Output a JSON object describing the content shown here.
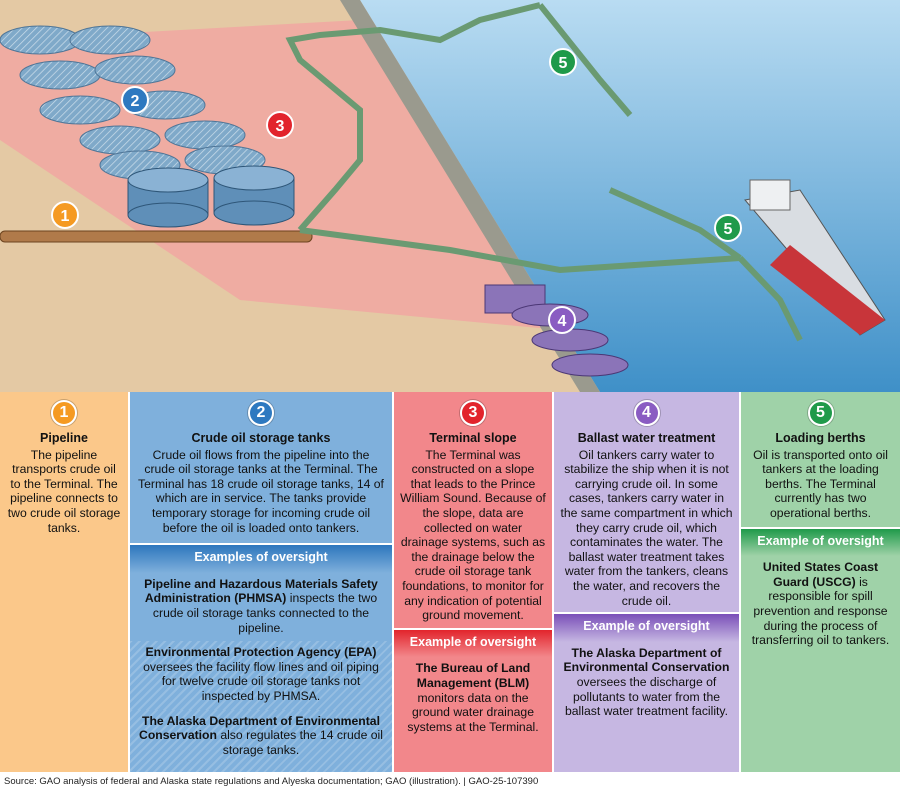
{
  "illustration": {
    "markers": [
      "1",
      "2",
      "3",
      "4",
      "5",
      "5"
    ]
  },
  "colors": {
    "orange": "#fbc88a",
    "blue": "#74a9d6",
    "red": "#f2878b",
    "purple": "#c6b7e2",
    "green": "#9fd2a8"
  },
  "sections": [
    {
      "num": "1",
      "title": "Pipeline",
      "desc": "The pipeline transports crude oil to the Terminal. The pipeline connects to two crude oil storage tanks."
    },
    {
      "num": "2",
      "title": "Crude oil storage tanks",
      "desc": "Crude oil flows from the pipeline into the crude oil storage tanks at the Terminal. The Terminal has 18 crude oil storage tanks, 14 of which are in service. The tanks provide temporary storage for incoming crude oil before the oil is loaded onto tankers.",
      "oversight_header": "Examples of oversight",
      "oversight": [
        {
          "bold": "Pipeline and Hazardous Materials Safety Administration (PHMSA)",
          "text": " inspects the two crude oil storage tanks connected to the pipeline."
        },
        {
          "bold": "Environmental Protection Agency (EPA)",
          "text": " oversees the facility flow lines and oil piping for twelve crude oil storage tanks not inspected by PHMSA."
        },
        {
          "bold": "The Alaska Department of Environmental Conservation",
          "text": " also regulates the 14 crude oil storage tanks."
        }
      ]
    },
    {
      "num": "3",
      "title": "Terminal slope",
      "desc": "The Terminal was constructed on a slope that leads to the Prince William Sound. Because of the slope, data are collected on water drainage systems, such as the drainage below the crude oil storage tank foundations, to monitor for any indication of potential ground movement.",
      "oversight_header": "Example of oversight",
      "oversight": [
        {
          "bold": "The Bureau of Land Management (BLM)",
          "text": " monitors data on the ground water drainage systems at the Terminal."
        }
      ]
    },
    {
      "num": "4",
      "title": "Ballast water treatment",
      "desc": "Oil tankers carry water to stabilize the ship when it is not carrying crude oil. In some cases, tankers carry water in the same compartment in which they carry crude oil, which contaminates the water. The ballast water treatment takes water from the tankers, cleans the water, and recovers the crude oil.",
      "oversight_header": "Example of oversight",
      "oversight": [
        {
          "bold": "The Alaska Department of Environmental Conservation",
          "text": " oversees the discharge of pollutants to water from the ballast water treatment facility."
        }
      ]
    },
    {
      "num": "5",
      "title": "Loading berths",
      "desc": "Oil is transported onto oil tankers at the loading berths. The Terminal currently has two operational berths.",
      "oversight_header": "Example of oversight",
      "oversight": [
        {
          "bold": "United States Coast Guard (USCG)",
          "text": " is responsible for spill prevention and response during the process of transferring oil to tankers."
        }
      ]
    }
  ],
  "source": "Source: GAO analysis of federal and Alaska state regulations and Alyeska documentation; GAO (illustration).  |  GAO-25-107390"
}
